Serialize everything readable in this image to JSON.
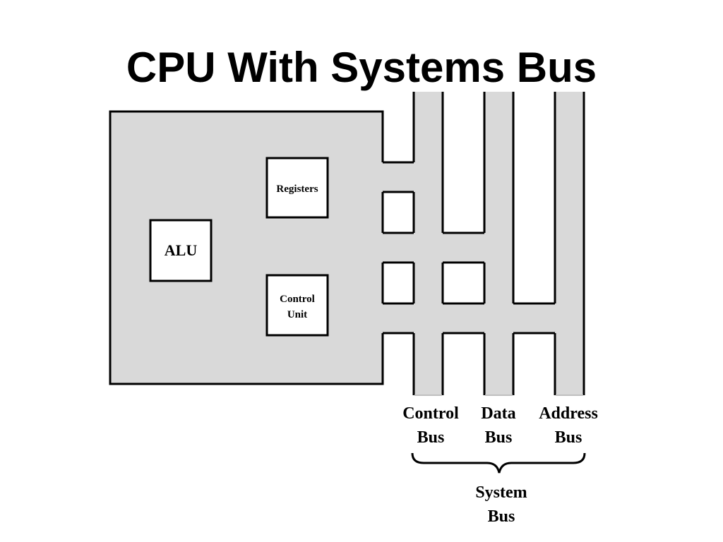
{
  "title": "CPU With Systems Bus",
  "cpu": {
    "alu_label": "ALU",
    "registers_label": "Registers",
    "control_unit_lines": [
      "Control",
      "Unit"
    ]
  },
  "buses": {
    "control": [
      "Control",
      "Bus"
    ],
    "data": [
      "Data",
      "Bus"
    ],
    "address": [
      "Address",
      "Bus"
    ]
  },
  "system_bus": [
    "System",
    "Bus"
  ],
  "colors": {
    "fill": "#d9d9d9",
    "stroke": "#000000",
    "box_fill": "#ffffff"
  }
}
